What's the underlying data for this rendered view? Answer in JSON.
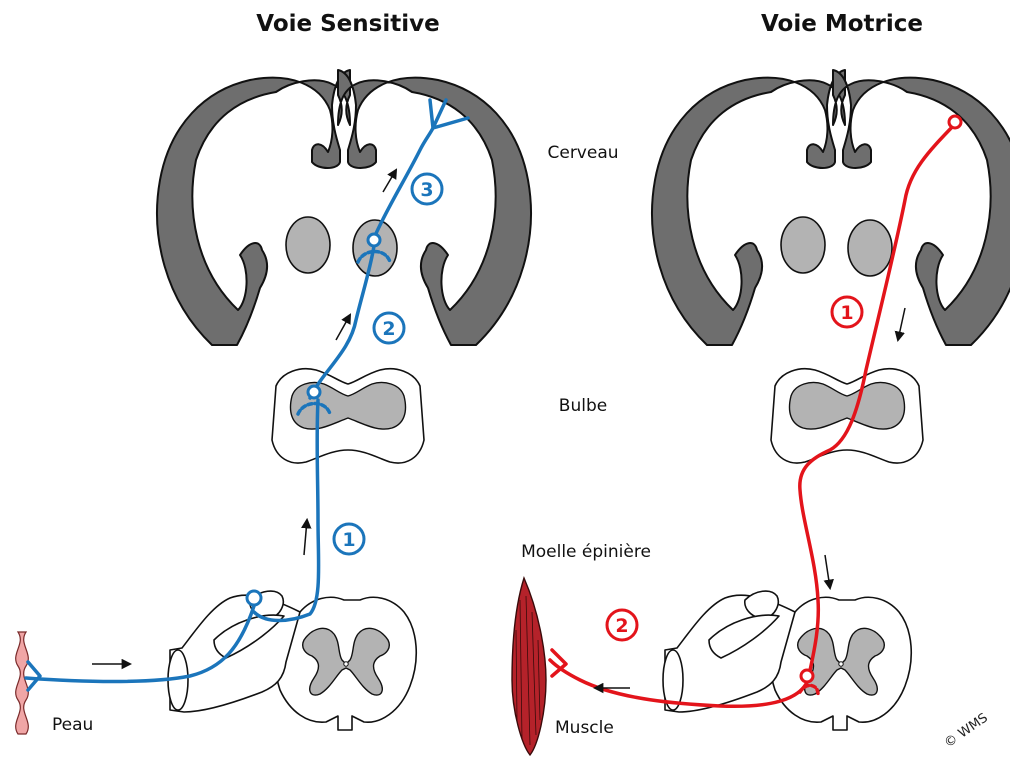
{
  "titles": {
    "sensory": "Voie Sensitive",
    "motor": "Voie Motrice"
  },
  "labels": {
    "brain": "Cerveau",
    "medulla": "Bulbe",
    "spinal_cord": "Moelle épinière",
    "skin": "Peau",
    "muscle": "Muscle"
  },
  "sensory_neurons": [
    "1",
    "2",
    "3"
  ],
  "motor_neurons": [
    "1",
    "2"
  ],
  "copyright": "© WMS",
  "colors": {
    "sensory_pathway": "#1b75bb",
    "motor_pathway": "#e3141b",
    "cortex": "#6e6e6e",
    "grey_matter": "#b3b3b3",
    "skin": "#f0a6a6",
    "muscle": "#b5222a"
  }
}
